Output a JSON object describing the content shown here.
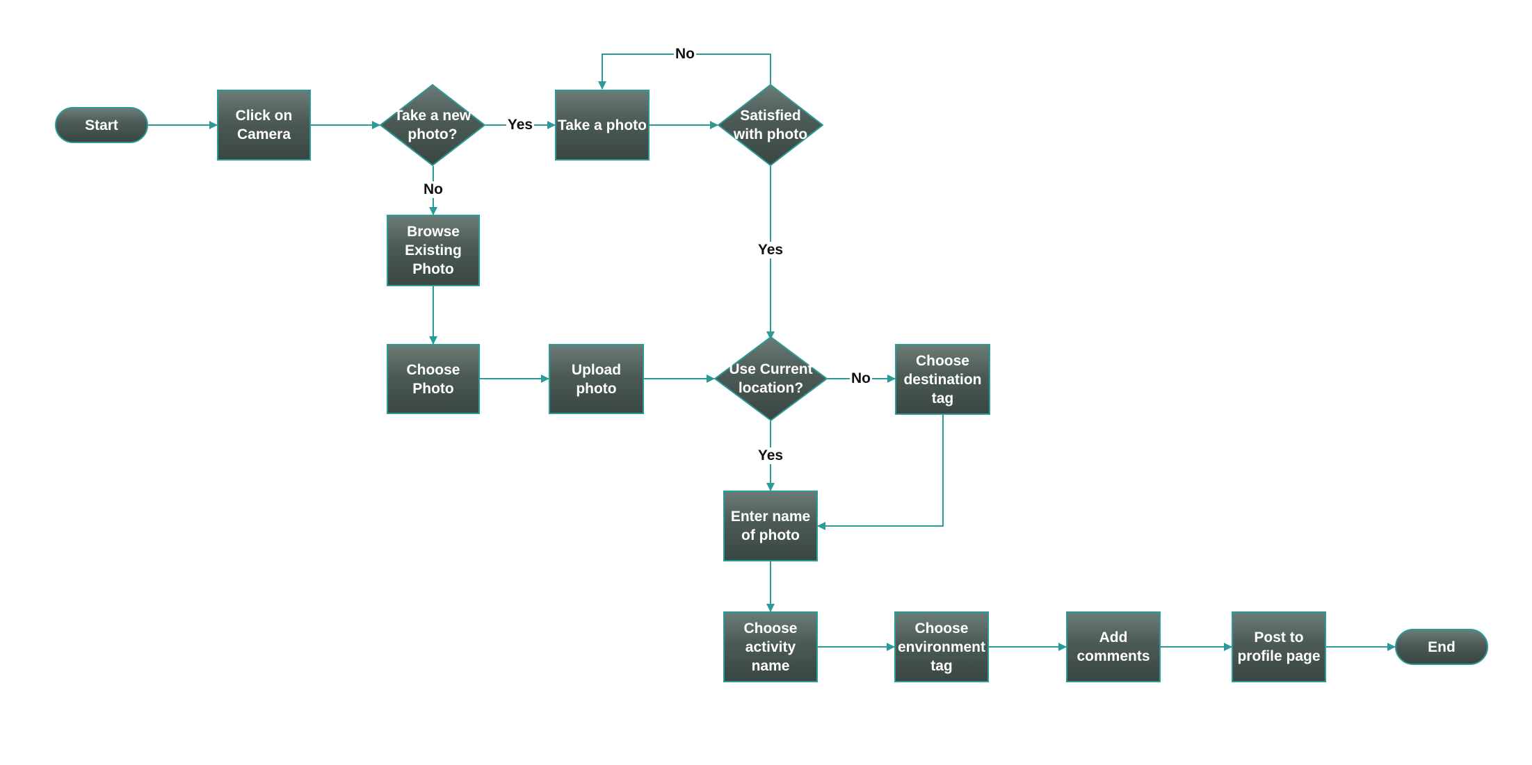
{
  "nodes": {
    "start": "Start",
    "click_camera": "Click on\nCamera",
    "take_new_photo": "Take a new\nphoto?",
    "take_photo": "Take a photo",
    "satisfied": "Satisfied\nwith photo",
    "browse_existing": "Browse\nExisting\nPhoto",
    "choose_photo": "Choose\nPhoto",
    "upload_photo": "Upload\nphoto",
    "use_current_location": "Use Current\nlocation?",
    "choose_destination_tag": "Choose\ndestination\ntag",
    "enter_name": "Enter name\nof photo",
    "choose_activity": "Choose\nactivity\nname",
    "choose_environment": "Choose\nenvironment\ntag",
    "add_comments": "Add\ncomments",
    "post_profile": "Post to\nprofile page",
    "end": "End"
  },
  "edge_labels": {
    "new_photo_yes": "Yes",
    "new_photo_no": "No",
    "satisfied_no": "No",
    "satisfied_yes": "Yes",
    "location_no": "No",
    "location_yes": "Yes"
  },
  "colors": {
    "node_fill_top": "#6b7b76",
    "node_fill_bottom": "#394642",
    "node_border": "#2a9b96",
    "connector": "#2a9b96",
    "node_text": "#ffffff",
    "label_text": "#111111"
  }
}
